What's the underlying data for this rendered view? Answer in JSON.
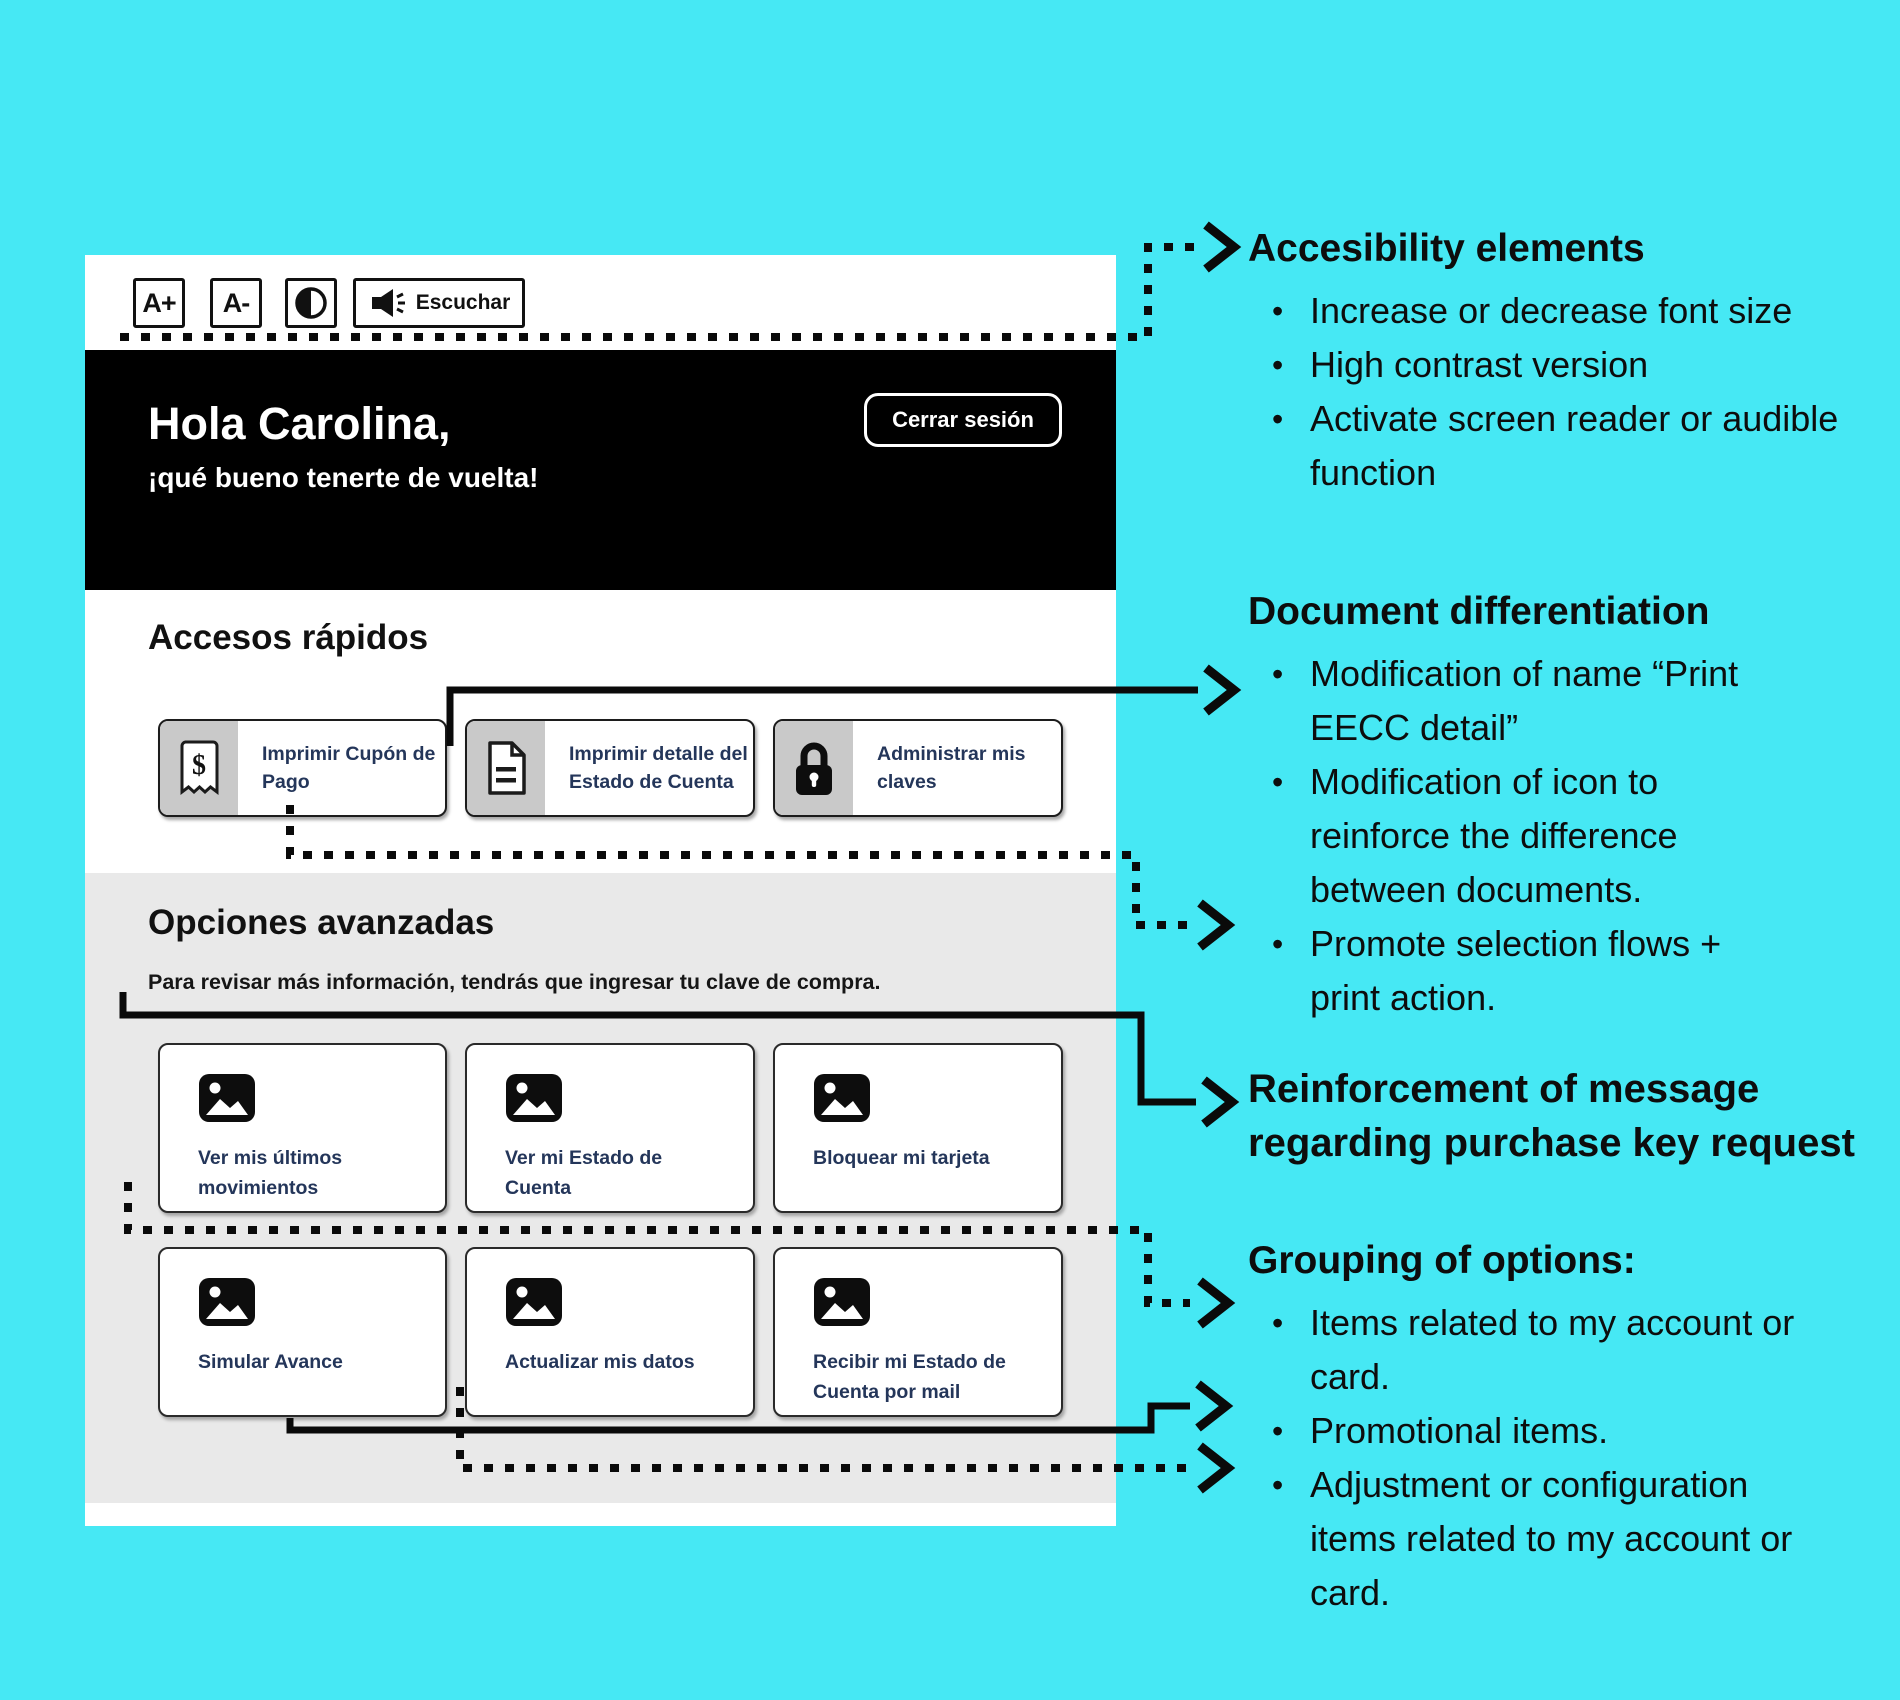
{
  "toolbar": {
    "font_increase_label": "A+",
    "font_decrease_label": "A-",
    "listen_label": "Escuchar",
    "icons": [
      "contrast-half-circle-icon",
      "speaker-icon"
    ]
  },
  "hero": {
    "greeting": "Hola Carolina,",
    "welcome_back": "¡qué bueno tenerte de vuelta!",
    "logout_label": "Cerrar sesión"
  },
  "quick_access": {
    "title": "Accesos rápidos",
    "items": [
      {
        "label": "Imprimir Cupón de Pago",
        "icon": "receipt-dollar-icon"
      },
      {
        "label": "Imprimir detalle del Estado de Cuenta",
        "icon": "document-icon"
      },
      {
        "label": "Administrar mis claves",
        "icon": "lock-icon"
      }
    ]
  },
  "advanced_options": {
    "title": "Opciones avanzadas",
    "subtitle": "Para revisar más información, tendrás que ingresar tu clave de compra.",
    "cards": [
      {
        "label": "Ver mis últimos movimientos",
        "icon": "image-placeholder-icon"
      },
      {
        "label": "Ver mi Estado de Cuenta",
        "icon": "image-placeholder-icon"
      },
      {
        "label": "Bloquear mi tarjeta",
        "icon": "image-placeholder-icon"
      },
      {
        "label": "Simular Avance",
        "icon": "image-placeholder-icon"
      },
      {
        "label": "Actualizar mis datos",
        "icon": "image-placeholder-icon"
      },
      {
        "label": "Recibir mi Estado de Cuenta por mail",
        "icon": "image-placeholder-icon"
      }
    ]
  },
  "annotations": {
    "accessibility": {
      "title": "Accesibility elements",
      "bullets": [
        "Increase or decrease font size",
        "High contrast version",
        "Activate screen reader or audible function"
      ]
    },
    "documents": {
      "title": "Document differentiation",
      "bullets": [
        "Modification of name “Print EECC detail”",
        "Modification of icon to reinforce the difference between documents.",
        "Promote selection flows + print action."
      ]
    },
    "reinforcement": {
      "title": "Reinforcement of message regarding purchase key request"
    },
    "grouping": {
      "title": "Grouping of options:",
      "bullets": [
        "Items related to my account or card.",
        "Promotional items.",
        "Adjustment or configuration items related to my account or card."
      ]
    }
  },
  "colors": {
    "background": "#46E8F4",
    "panel": "#FFFFFF",
    "hero_band": "#000000",
    "section_gray": "#E9E9E9",
    "icon_box_gray": "#C9C9C9",
    "mockup_label_navy": "#24365A",
    "annotation_text": "#0D0D0D"
  }
}
